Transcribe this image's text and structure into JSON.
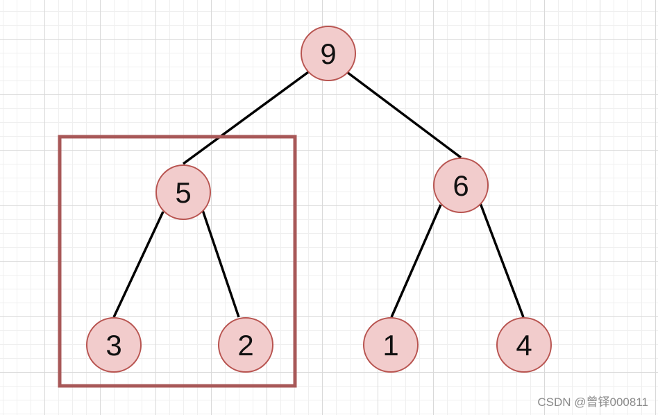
{
  "diagram": {
    "nodes": [
      {
        "id": "n9",
        "label": "9"
      },
      {
        "id": "n5",
        "label": "5"
      },
      {
        "id": "n6",
        "label": "6"
      },
      {
        "id": "n3",
        "label": "3"
      },
      {
        "id": "n2",
        "label": "2"
      },
      {
        "id": "n1",
        "label": "1"
      },
      {
        "id": "n4",
        "label": "4"
      }
    ],
    "edges": [
      {
        "from": "9",
        "to": "5"
      },
      {
        "from": "9",
        "to": "6"
      },
      {
        "from": "5",
        "to": "3"
      },
      {
        "from": "5",
        "to": "2"
      },
      {
        "from": "6",
        "to": "1"
      },
      {
        "from": "6",
        "to": "4"
      }
    ],
    "highlight": {
      "contains": [
        "5",
        "3",
        "2"
      ],
      "color": "#a85858"
    }
  },
  "colors": {
    "node_fill": "#f2cccc",
    "node_stroke": "#b85450",
    "edge": "#000000"
  },
  "watermark": "CSDN @曾铎000811"
}
